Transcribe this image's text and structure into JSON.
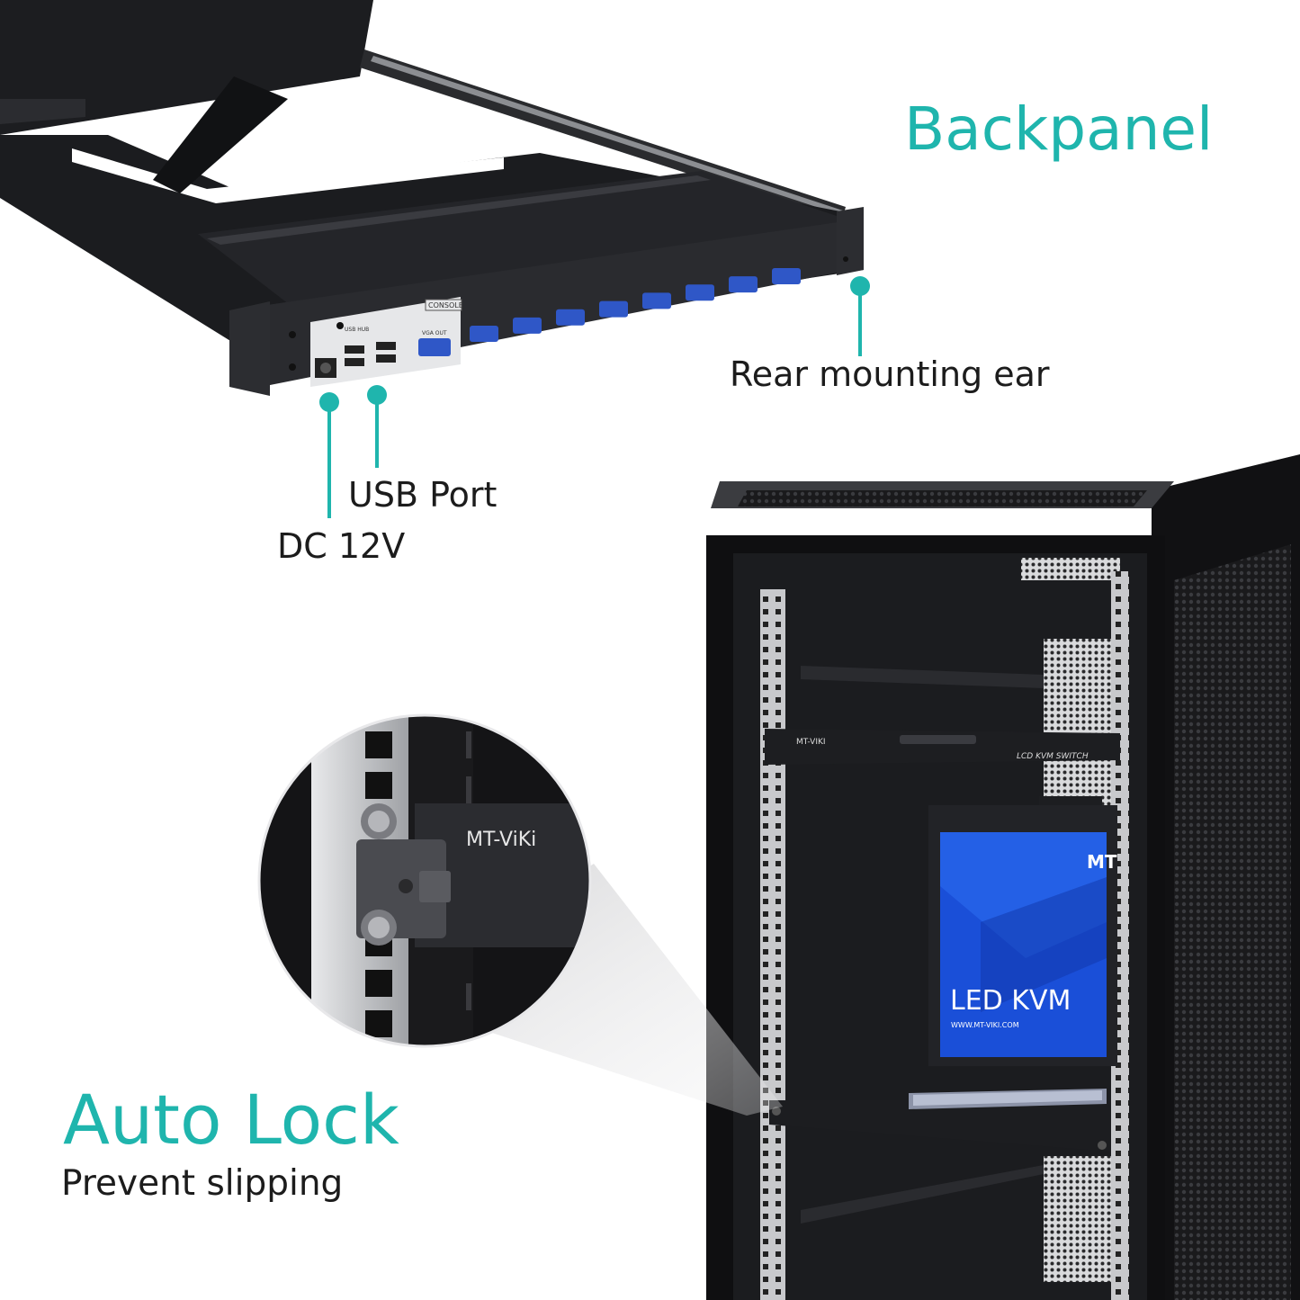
{
  "backpanel": {
    "title": "Backpanel",
    "callouts": {
      "rear_mounting_ear": "Rear mounting ear",
      "usb_port": "USB Port",
      "dc_power": "DC 12V"
    },
    "panel_text": {
      "console": "CONSOLE",
      "vga_out": "VGA OUT",
      "usb_hub": "USB HUB"
    },
    "vga_port_count": 8
  },
  "cabinet": {
    "kvm_brand": "MT-VIKI",
    "kvm_model_label": "LCD KVM SWITCH",
    "screen_title": "LED KVM",
    "screen_url": "WWW.MT-VIKI.COM",
    "screen_partial_brand": "MT"
  },
  "zoom": {
    "brand": "MT-ViKi"
  },
  "autolock": {
    "title": "Auto Lock",
    "subtitle": "Prevent slipping"
  },
  "colors": {
    "accent": "#1fb5ad",
    "metal_dark": "#1e1f22",
    "vga_blue": "#2f57c7",
    "screen_blue": "#1a4fd8"
  }
}
